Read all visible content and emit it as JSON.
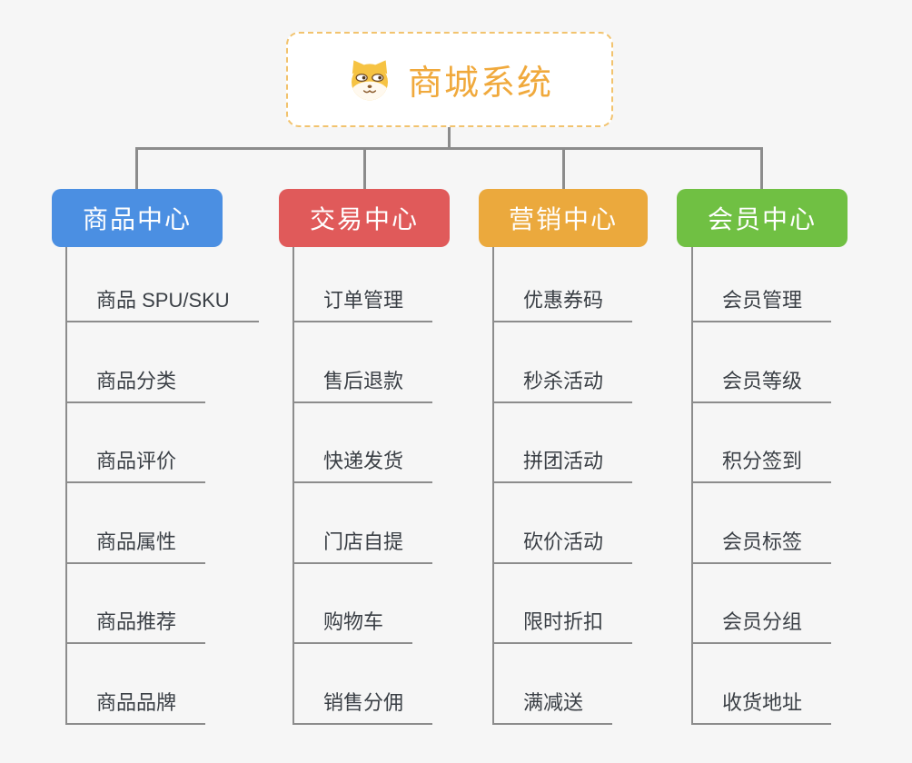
{
  "root": {
    "title": "商城系统",
    "icon": "dog-face-icon",
    "accent_color": "#F0A93C",
    "border_color": "#F2C36E"
  },
  "branches": [
    {
      "id": "product-center",
      "label": "商品中心",
      "color": "#4B8FE2",
      "items": [
        "商品 SPU/SKU",
        "商品分类",
        "商品评价",
        "商品属性",
        "商品推荐",
        "商品品牌"
      ]
    },
    {
      "id": "trade-center",
      "label": "交易中心",
      "color": "#E05A5A",
      "items": [
        "订单管理",
        "售后退款",
        "快递发货",
        "门店自提",
        "购物车",
        "销售分佣"
      ]
    },
    {
      "id": "marketing-center",
      "label": "营销中心",
      "color": "#EBA93D",
      "items": [
        "优惠券码",
        "秒杀活动",
        "拼团活动",
        "砍价活动",
        "限时折扣",
        "满减送"
      ]
    },
    {
      "id": "member-center",
      "label": "会员中心",
      "color": "#70C043",
      "items": [
        "会员管理",
        "会员等级",
        "积分签到",
        "会员标签",
        "会员分组",
        "收货地址"
      ]
    }
  ],
  "colors": {
    "connector": "#8C8C8C",
    "item_text": "#3A3F45",
    "background": "#F6F6F6"
  }
}
